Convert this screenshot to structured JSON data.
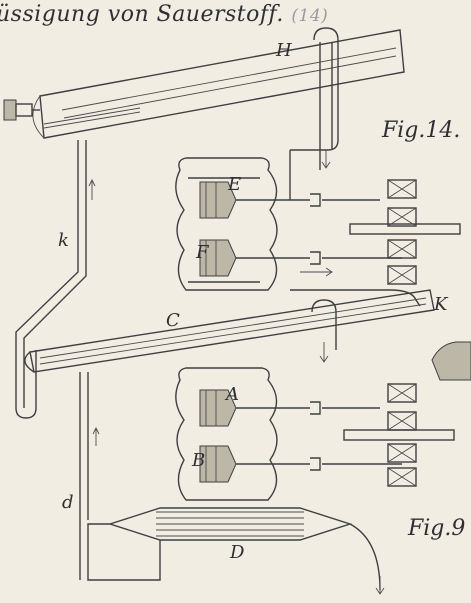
{
  "header": {
    "title": "üssigung von Sauerstoff.",
    "title_number": "(14)"
  },
  "figure_labels": {
    "fig_top": "Fig.14.",
    "fig_bottom": "Fig.9"
  },
  "part_labels": {
    "H": "H",
    "E": "E",
    "F": "F",
    "k": "k",
    "C": "C",
    "K": "K",
    "A": "A",
    "B": "B",
    "d": "d",
    "D": "D"
  },
  "colors": {
    "paper": "#f1ede2",
    "ink": "#3f3f42",
    "shading": "#bdb7a8"
  }
}
